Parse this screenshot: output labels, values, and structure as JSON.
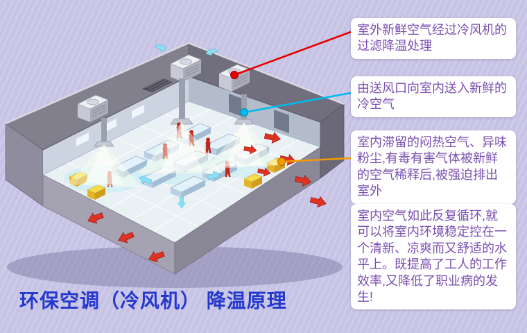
{
  "page": {
    "title": "环保空调（冷风机） 降温原理",
    "title_color": "#2438cf",
    "background_color": "#c7c3e5",
    "callout_text_color": "#7a4fb0"
  },
  "legend_colors": {
    "exhaust_air": "#e03222",
    "fresh_air": "#45c8ec",
    "building_roof": "#76747f"
  },
  "callouts": [
    {
      "text": "室外新鲜空气经过冷风机的过滤降温处理",
      "accent_color": "#e60000"
    },
    {
      "text": "由送风口向室内送入新鲜的冷空气",
      "accent_color": "#00bbee"
    },
    {
      "text": "室内滞留的闷热空气、异味粉尘,有毒有害气体被新鲜的空气稀释后,被强迫排出室外",
      "accent_color": "#f59a00"
    },
    {
      "text": "室内空气如此反复循环,就可以将室内环境稳定控在一个清新、凉爽而又舒适的水平上。既提高了工人的工作效率,又降低了职业病的发生!",
      "accent_color": null
    }
  ]
}
